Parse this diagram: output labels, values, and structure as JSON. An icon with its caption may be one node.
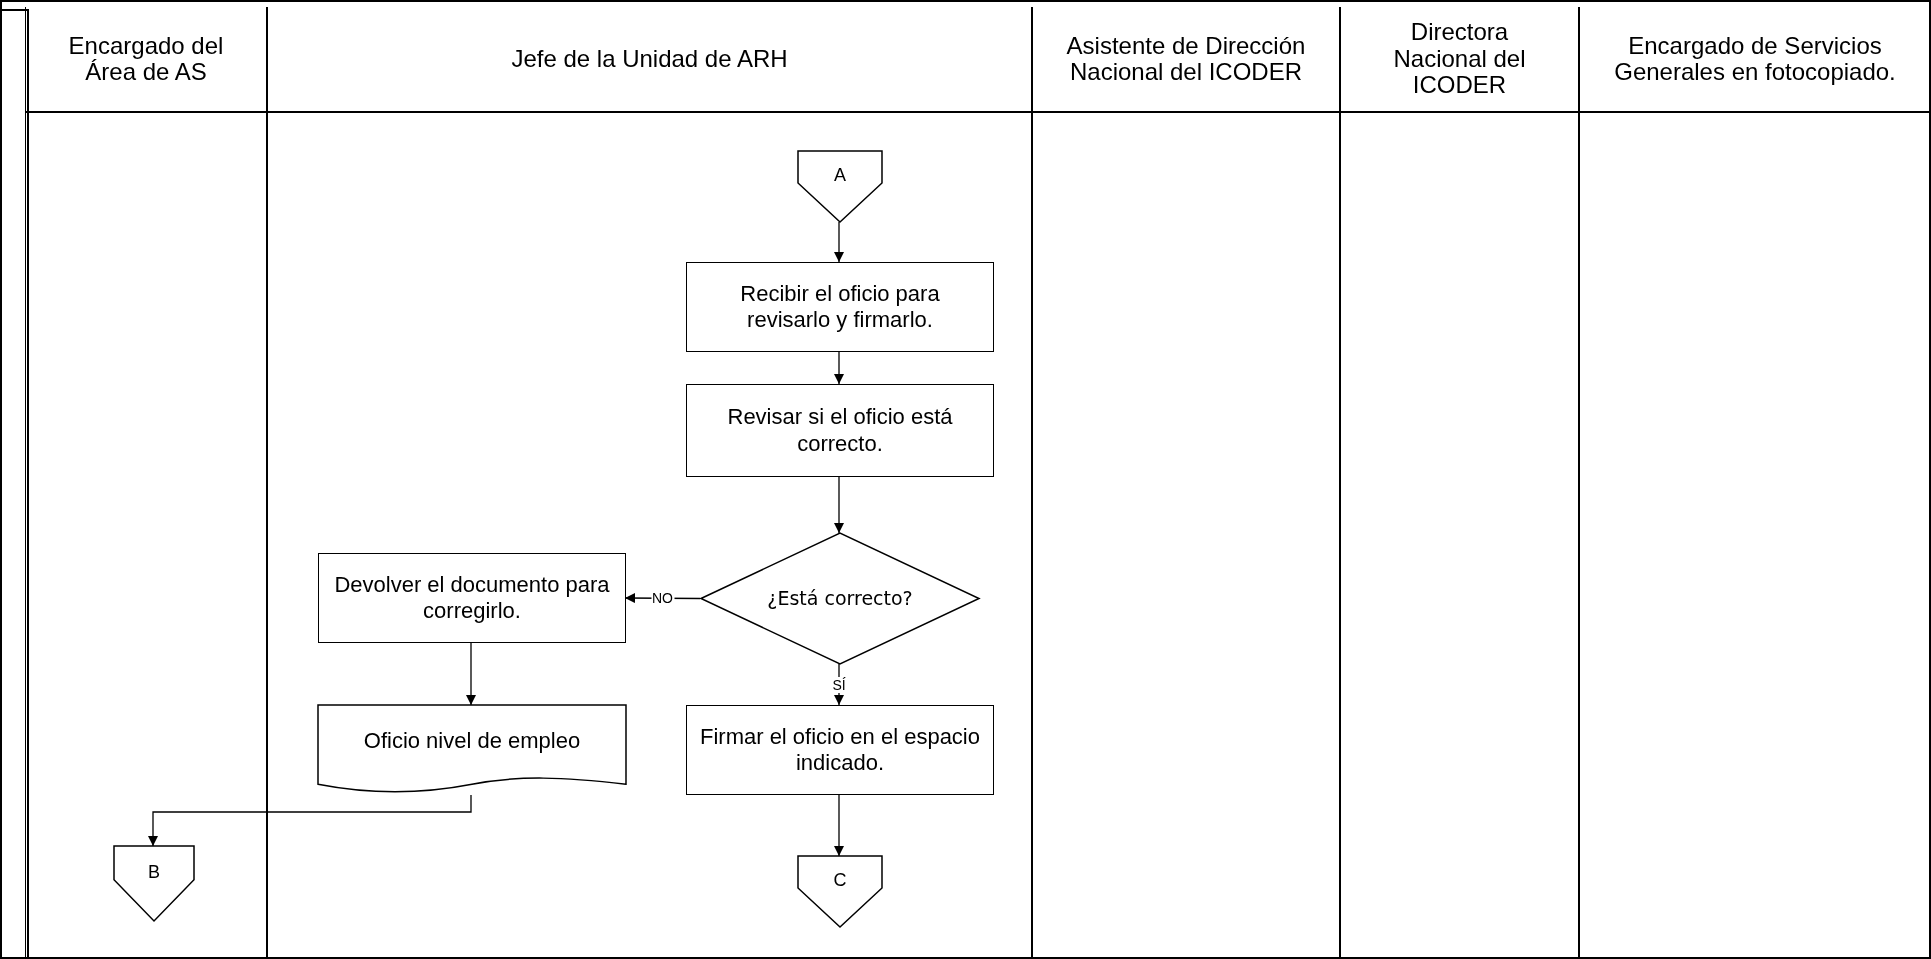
{
  "diagram": {
    "nodes": [
      {
        "text": [
          "Encargado del Área de AS"
        ]
      },
      {
        "text": [
          "Jefe de la Unidad de ARH"
        ]
      },
      {
        "text": [
          "Asistente de Dirección Nacional del ICODER"
        ]
      },
      {
        "text": [
          "Directora Nacional del ICODER"
        ]
      },
      {
        "text": [
          "Encargado de Servicios Generales en fotocopiado."
        ]
      },
      {
        "text": [
          "A"
        ],
        "in": 1
      },
      {
        "text": [
          "Recibir el oficio para revisarlo y firmarlo."
        ],
        "in": 1
      },
      {
        "text": [
          "Revisar si el oficio está correcto."
        ],
        "in": 1
      },
      {
        "text": [
          "¿Está correcto?"
        ],
        "in": 1
      },
      {
        "text": [
          "Devolver el documento para corregirlo."
        ],
        "in": 1
      },
      {
        "text": [
          "Oficio nivel de empleo"
        ],
        "in": 1
      },
      {
        "text": [
          "Firmar el oficio en el espacio indicado."
        ],
        "in": 1
      },
      {
        "text": [
          "B"
        ],
        "in": 0
      },
      {
        "text": [
          "C"
        ],
        "in": 1
      }
    ],
    "edges": [
      {
        "from": 5,
        "to": 6,
        "arrow": "to"
      },
      {
        "from": 6,
        "to": 7,
        "arrow": "to"
      },
      {
        "from": 7,
        "to": 8,
        "arrow": "to"
      },
      {
        "from": 8,
        "to": 9,
        "arrow": "to",
        "label": "NO"
      },
      {
        "from": 8,
        "to": 11,
        "arrow": "to",
        "label": "SÍ"
      },
      {
        "from": 9,
        "to": 10,
        "arrow": "to"
      },
      {
        "from": 10,
        "to": 12,
        "arrow": "to"
      },
      {
        "from": 11,
        "to": 13,
        "arrow": "to"
      }
    ]
  }
}
